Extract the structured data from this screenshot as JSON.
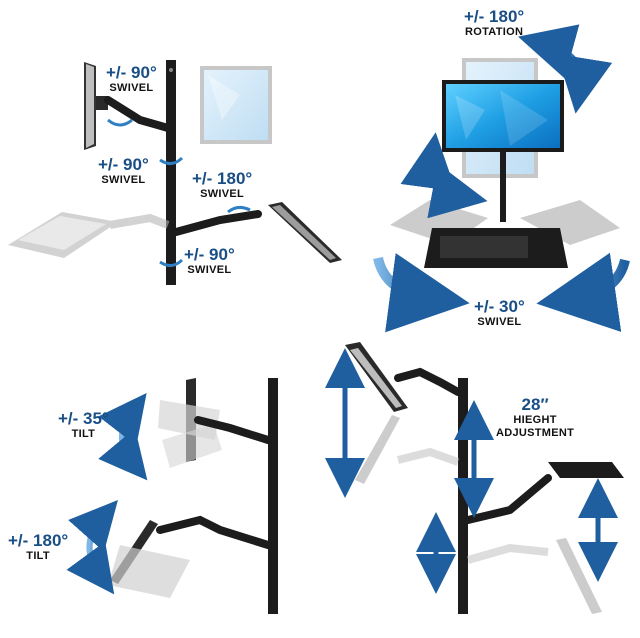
{
  "panels": {
    "top_left": {
      "labels": [
        {
          "value": "+/- 90°",
          "caption": "SWIVEL"
        },
        {
          "value": "+/- 90°",
          "caption": "SWIVEL"
        },
        {
          "value": "+/- 180°",
          "caption": "SWIVEL"
        },
        {
          "value": "+/- 90°",
          "caption": "SWIVEL"
        }
      ]
    },
    "top_right": {
      "labels": [
        {
          "value": "+/- 180°",
          "caption": "ROTATION"
        },
        {
          "value": "+/- 30°",
          "caption": "SWIVEL"
        }
      ]
    },
    "bottom_left": {
      "labels": [
        {
          "value": "+/- 35°",
          "caption": "TILT"
        },
        {
          "value": "+/- 180°",
          "caption": "TILT"
        }
      ]
    },
    "bottom_right": {
      "labels": [
        {
          "value": "28″",
          "caption_line1": "HIEGHT",
          "caption_line2": "ADJUSTMENT"
        }
      ]
    }
  },
  "colors": {
    "accent": "#1a4f86",
    "arrow": "#2f7fc4",
    "metal": "#1c1c1c",
    "ghost": "#c8c8c8",
    "screen_blue": "#1fa3e6"
  }
}
